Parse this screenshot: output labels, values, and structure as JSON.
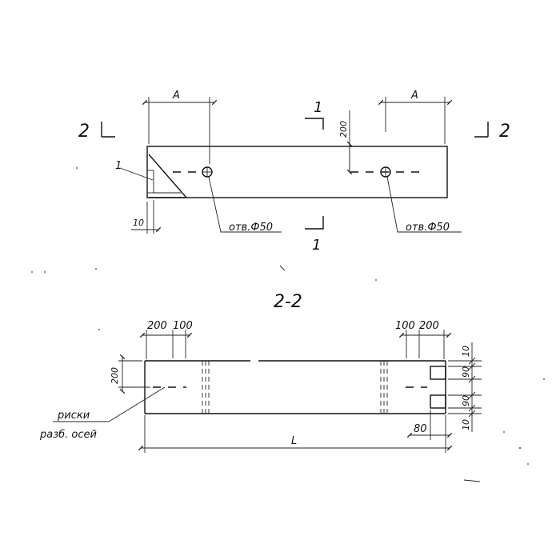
{
  "top_view": {
    "dim_a_left": "А",
    "dim_a_right": "А",
    "dim_200": "200",
    "dim_10": "10",
    "hole_label_left": "отв.Ф50",
    "hole_label_right": "отв.Ф50",
    "callout_1": "1",
    "section_1_top": "1",
    "section_1_bottom": "1",
    "section_2_left": "2",
    "section_2_right": "2"
  },
  "section_view": {
    "title": "2-2",
    "dim_200_left": "200",
    "dim_100_left": "100",
    "dim_100_right": "100",
    "dim_200_right": "200",
    "dim_200_vertical": "200",
    "dim_10_top": "10",
    "dim_90_top": "90",
    "dim_90_bottom": "90",
    "dim_10_bottom": "10",
    "dim_80": "80",
    "dim_L": "L",
    "note_line1": "риски",
    "note_line2": "разб. осей"
  }
}
